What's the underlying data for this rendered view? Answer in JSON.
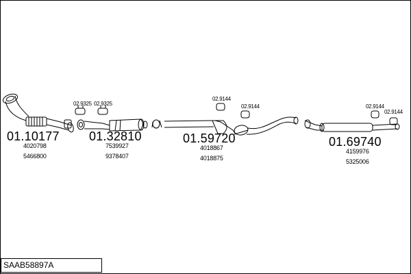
{
  "model": {
    "code": "SAAB58897A"
  },
  "sections": [
    {
      "part_number": "01.10177",
      "refs": [
        "4020798",
        "5466800"
      ]
    },
    {
      "part_number": "01.32810",
      "refs": [
        "7539927",
        "9378407"
      ]
    },
    {
      "part_number": "01.59720",
      "refs": [
        "4018867",
        "4018875"
      ]
    },
    {
      "part_number": "01.69740",
      "refs": [
        "4159976",
        "5325006"
      ]
    }
  ],
  "hangers": [
    {
      "code": "02.9325"
    },
    {
      "code": "02.9325"
    },
    {
      "code": "02.9144"
    },
    {
      "code": "02.9144"
    },
    {
      "code": "02.9144"
    },
    {
      "code": "02.9144"
    }
  ],
  "colors": {
    "line": "#000000",
    "background": "#ffffff"
  }
}
